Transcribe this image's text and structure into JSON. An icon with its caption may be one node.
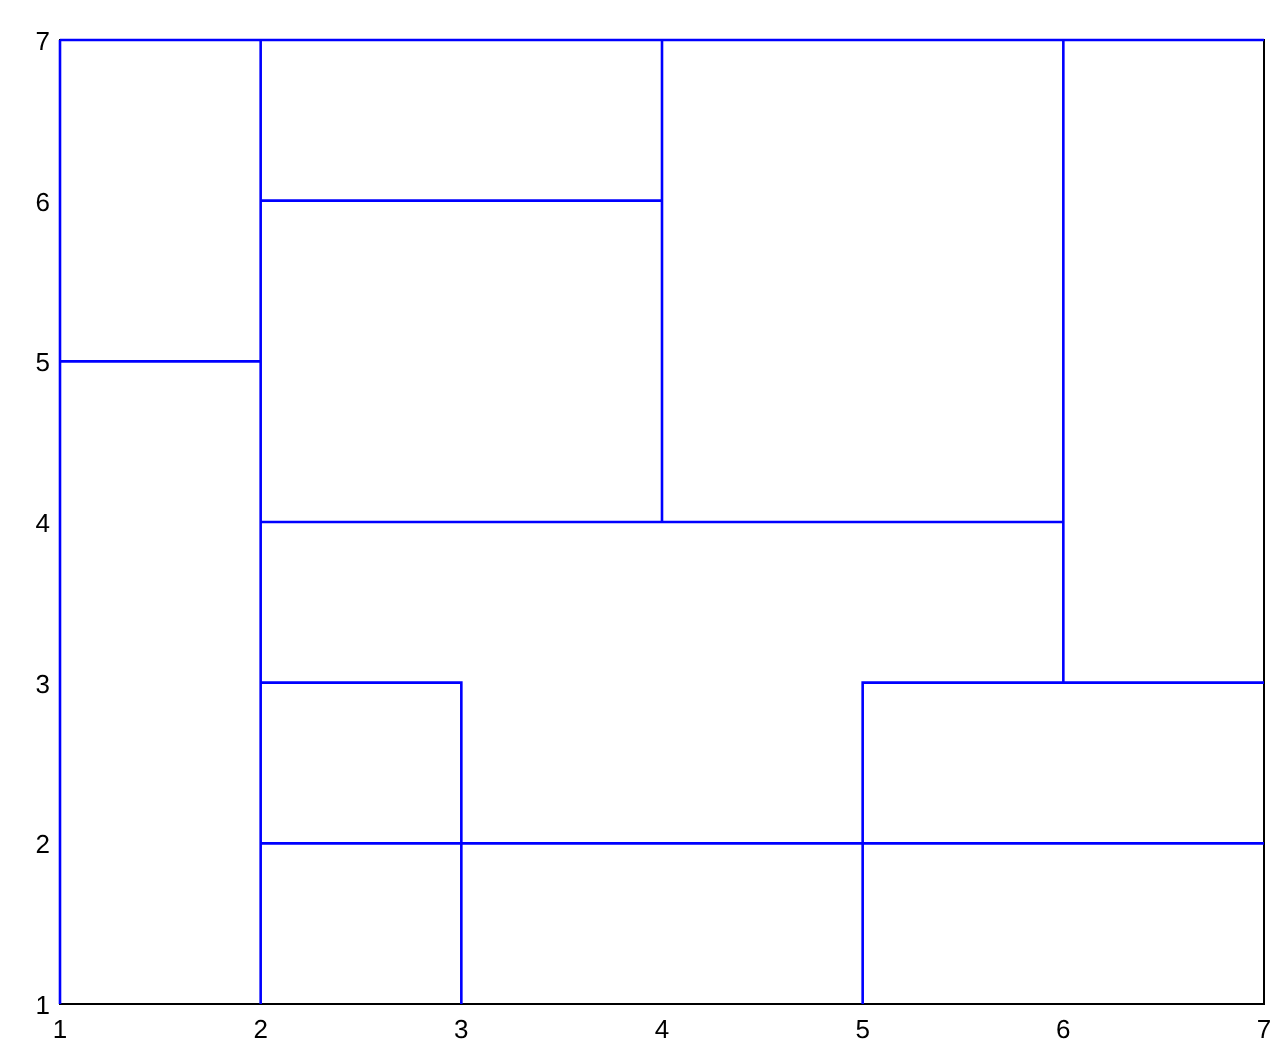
{
  "diagram": {
    "labels": [
      "7",
      "6",
      "5",
      "4",
      "3",
      "2",
      "1",
      "1",
      "2",
      "3",
      "4",
      "5",
      "6",
      "7"
    ]
  }
}
